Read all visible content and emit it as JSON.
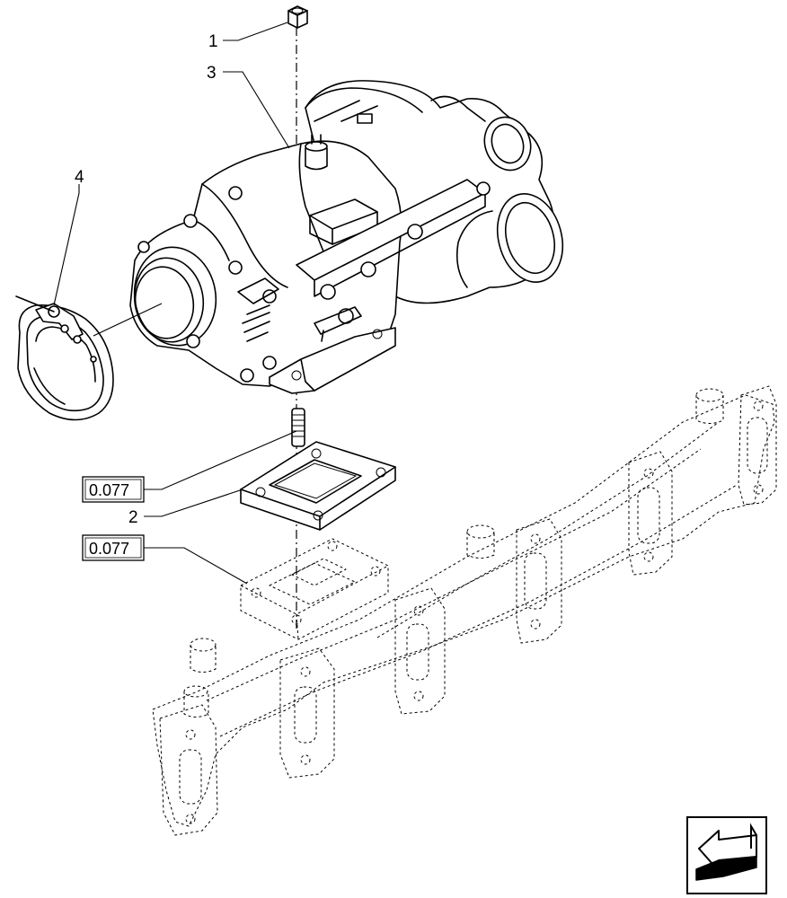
{
  "callouts": {
    "nut": "1",
    "gasket": "2",
    "turbocharger": "3",
    "clamp": "4"
  },
  "references": {
    "gasket_ref": "0.077",
    "manifold_ref": "0.077"
  },
  "icons": {
    "navigation": "arrow-icon"
  }
}
